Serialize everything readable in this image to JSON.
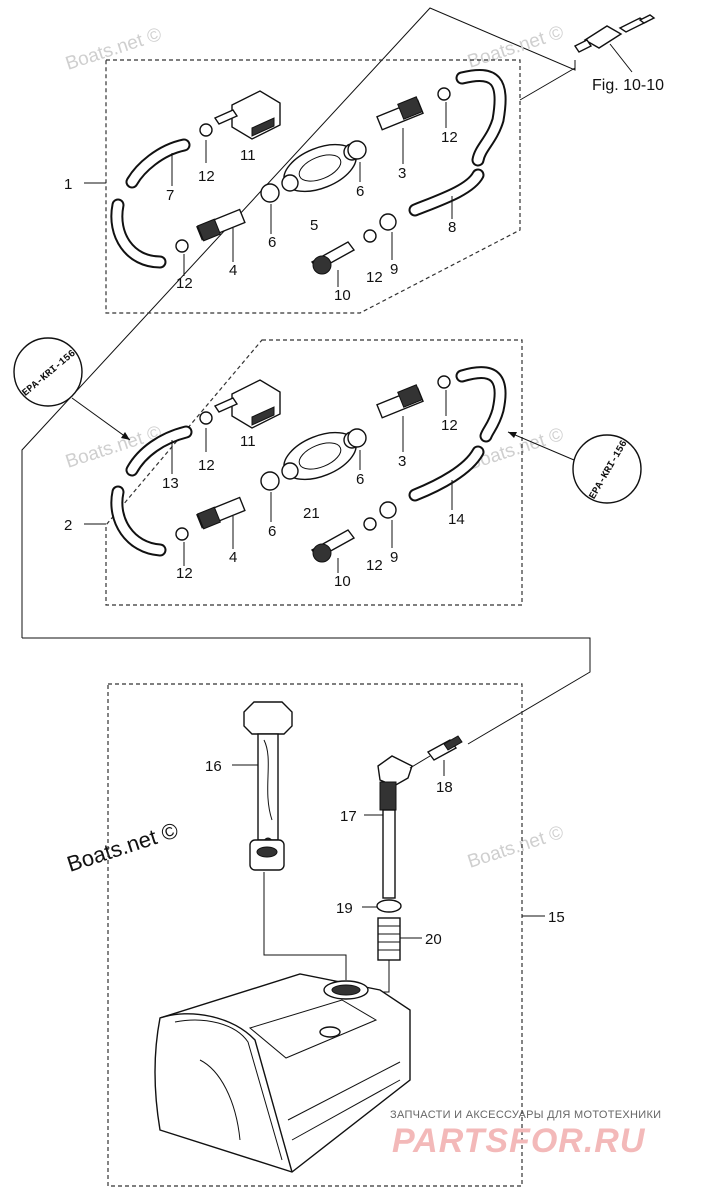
{
  "figure_ref": "Fig. 10-10",
  "watermarks": {
    "light": "Boats.net ©",
    "dark": "Boats.net ©"
  },
  "stamp_text": "EPA-KRI-156",
  "brand": {
    "subtitle": "ЗАПЧАСТИ И АКСЕССУАРЫ ДЛЯ МОТОТЕХНИКИ",
    "name": "PARTSFOR.RU"
  },
  "callouts": {
    "top": {
      "assembly": "1",
      "n11": "11",
      "n12a": "12",
      "n12b": "12",
      "n12c": "12",
      "n12d": "12",
      "n7": "7",
      "n6a": "6",
      "n6b": "6",
      "n5": "5",
      "n3": "3",
      "n4": "4",
      "n8": "8",
      "n9": "9",
      "n10": "10"
    },
    "mid": {
      "assembly": "2",
      "n11": "11",
      "n12a": "12",
      "n12b": "12",
      "n12c": "12",
      "n12d": "12",
      "n13": "13",
      "n6a": "6",
      "n6b": "6",
      "n21": "21",
      "n3": "3",
      "n4": "4",
      "n14": "14",
      "n9": "9",
      "n10": "10"
    },
    "tank": {
      "assembly": "15",
      "n16": "16",
      "n17": "17",
      "n18": "18",
      "n19": "19",
      "n20": "20"
    }
  }
}
